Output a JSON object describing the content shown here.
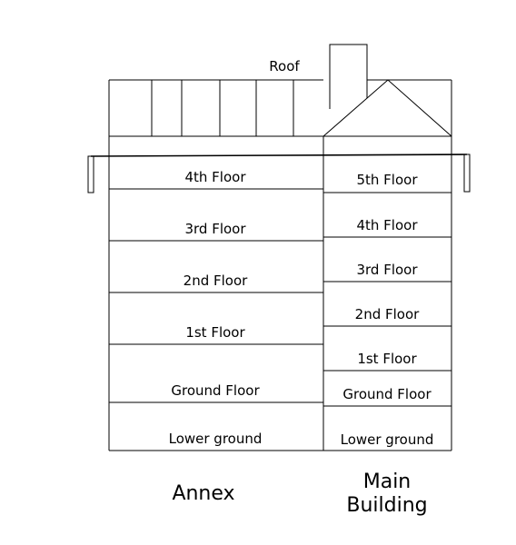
{
  "roof_label": "Roof",
  "annex": {
    "name": "Annex",
    "floors": [
      "4th Floor",
      "3rd Floor",
      "2nd Floor",
      "1st Floor",
      "Ground Floor",
      "Lower ground"
    ]
  },
  "main_building": {
    "name_line1": "Main",
    "name_line2": "Building",
    "floors": [
      "5th Floor",
      "4th Floor",
      "3rd Floor",
      "2nd Floor",
      "1st Floor",
      "Ground Floor",
      "Lower ground"
    ]
  }
}
